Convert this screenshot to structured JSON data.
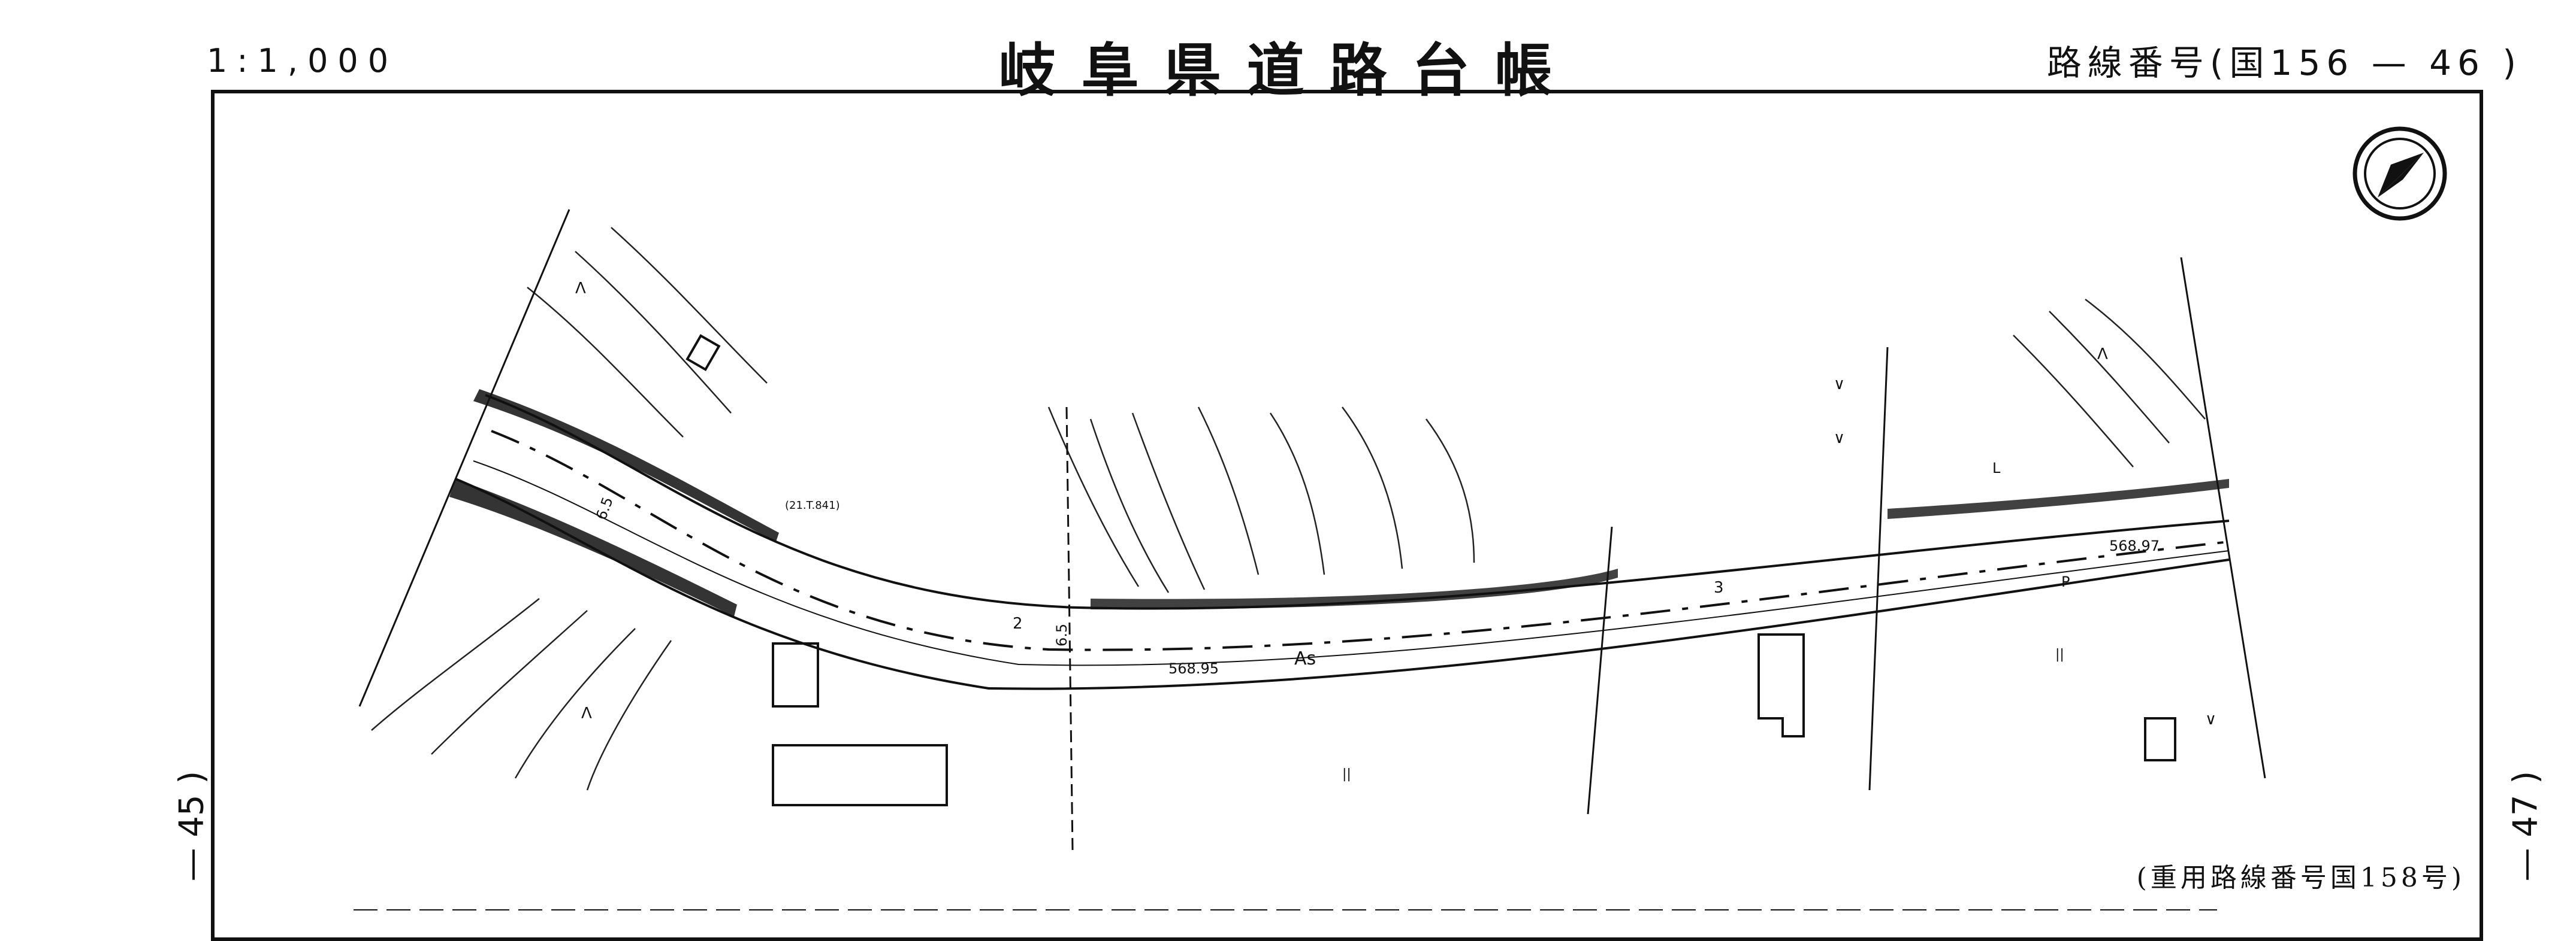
{
  "header": {
    "scale": "1:1,000",
    "title": "岐阜県道路台帳",
    "route_number": "路線番号(国156 — 46 )"
  },
  "page_refs": {
    "left": "— 45 )",
    "right": "— 47 )"
  },
  "footer": {
    "overlap_route": "(重用路線番号国158号)"
  },
  "map_labels": {
    "road_surface": "As",
    "elevation_left": "568.95",
    "elevation_right": "568.97",
    "width_left": "6.5",
    "width_center": "6.5",
    "section_2": "2",
    "section_3": "3",
    "marker_p": "P",
    "marker_l": "L",
    "spot_note": "(21.T.841)",
    "field_symbol": "||",
    "forest_symbol": "Λ",
    "grass_symbol": "∨"
  },
  "icons": {
    "north_arrow": "north-arrow-icon"
  }
}
